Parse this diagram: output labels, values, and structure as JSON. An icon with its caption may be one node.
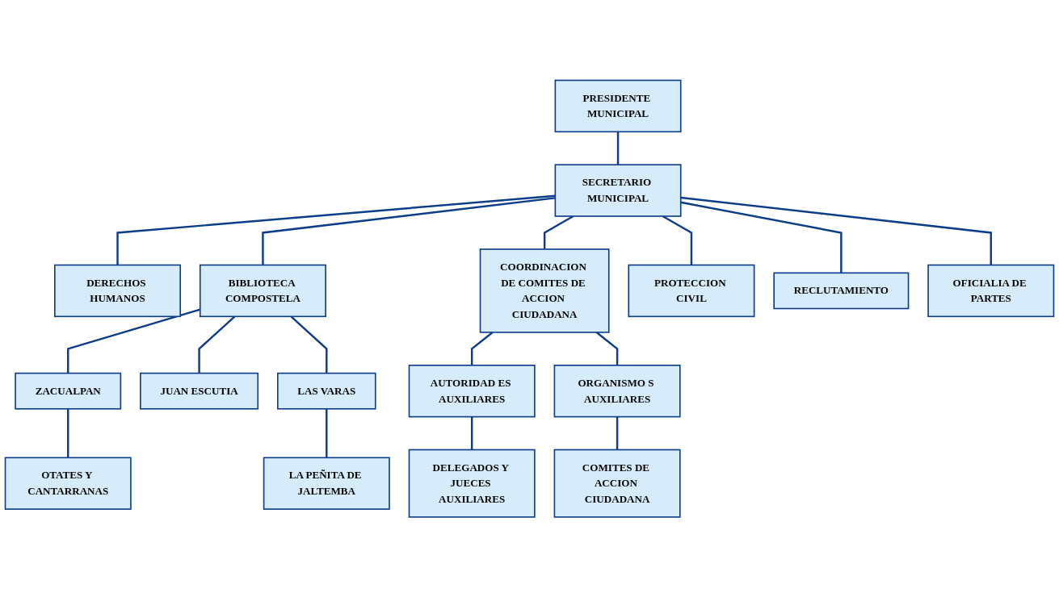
{
  "diagram": {
    "nodes": [
      {
        "text": [
          "PRESIDENTE MUNICIPAL"
        ]
      },
      {
        "text": [
          "SECRETARIO MUNICIPAL"
        ]
      },
      {
        "text": [
          "DERECHOS HUMANOS"
        ]
      },
      {
        "text": [
          "BIBLIOTECA COMPOSTELA"
        ]
      },
      {
        "text": [
          "COORDINACION DE COMITES DE ACCION CIUDADANA"
        ]
      },
      {
        "text": [
          "PROTECCION CIVIL"
        ]
      },
      {
        "text": [
          "RECLUTAMIENTO"
        ]
      },
      {
        "text": [
          "OFICIALIA DE PARTES"
        ]
      },
      {
        "text": [
          "ZACUALPAN"
        ]
      },
      {
        "text": [
          "JUAN ESCUTIA"
        ]
      },
      {
        "text": [
          "LAS VARAS"
        ]
      },
      {
        "text": [
          "AUTORIDAD ES AUXILIARES"
        ]
      },
      {
        "text": [
          "ORGANISMO S AUXILIARES"
        ]
      },
      {
        "text": [
          "OTATES Y CANTARRANAS"
        ]
      },
      {
        "text": [
          "LA PEÑITA DE JALTEMBA"
        ]
      },
      {
        "text": [
          "DELEGADOS Y JUECES AUXILIARES"
        ]
      },
      {
        "text": [
          "COMITES DE ACCION CIUDADANA"
        ]
      }
    ],
    "edges": [
      {
        "from": 0,
        "to": 1,
        "arrow": "none"
      },
      {
        "from": 1,
        "to": 2,
        "arrow": "none"
      },
      {
        "from": 1,
        "to": 3,
        "arrow": "none"
      },
      {
        "from": 1,
        "to": 4,
        "arrow": "none"
      },
      {
        "from": 1,
        "to": 5,
        "arrow": "none"
      },
      {
        "from": 1,
        "to": 6,
        "arrow": "none"
      },
      {
        "from": 1,
        "to": 7,
        "arrow": "none"
      },
      {
        "from": 3,
        "to": 8,
        "arrow": "none"
      },
      {
        "from": 3,
        "to": 9,
        "arrow": "none"
      },
      {
        "from": 3,
        "to": 10,
        "arrow": "none"
      },
      {
        "from": 4,
        "to": 11,
        "arrow": "none"
      },
      {
        "from": 4,
        "to": 12,
        "arrow": "none"
      },
      {
        "from": 8,
        "to": 13,
        "arrow": "none"
      },
      {
        "from": 10,
        "to": 14,
        "arrow": "none"
      },
      {
        "from": 11,
        "to": 15,
        "arrow": "none"
      },
      {
        "from": 12,
        "to": 16,
        "arrow": "none"
      }
    ]
  }
}
